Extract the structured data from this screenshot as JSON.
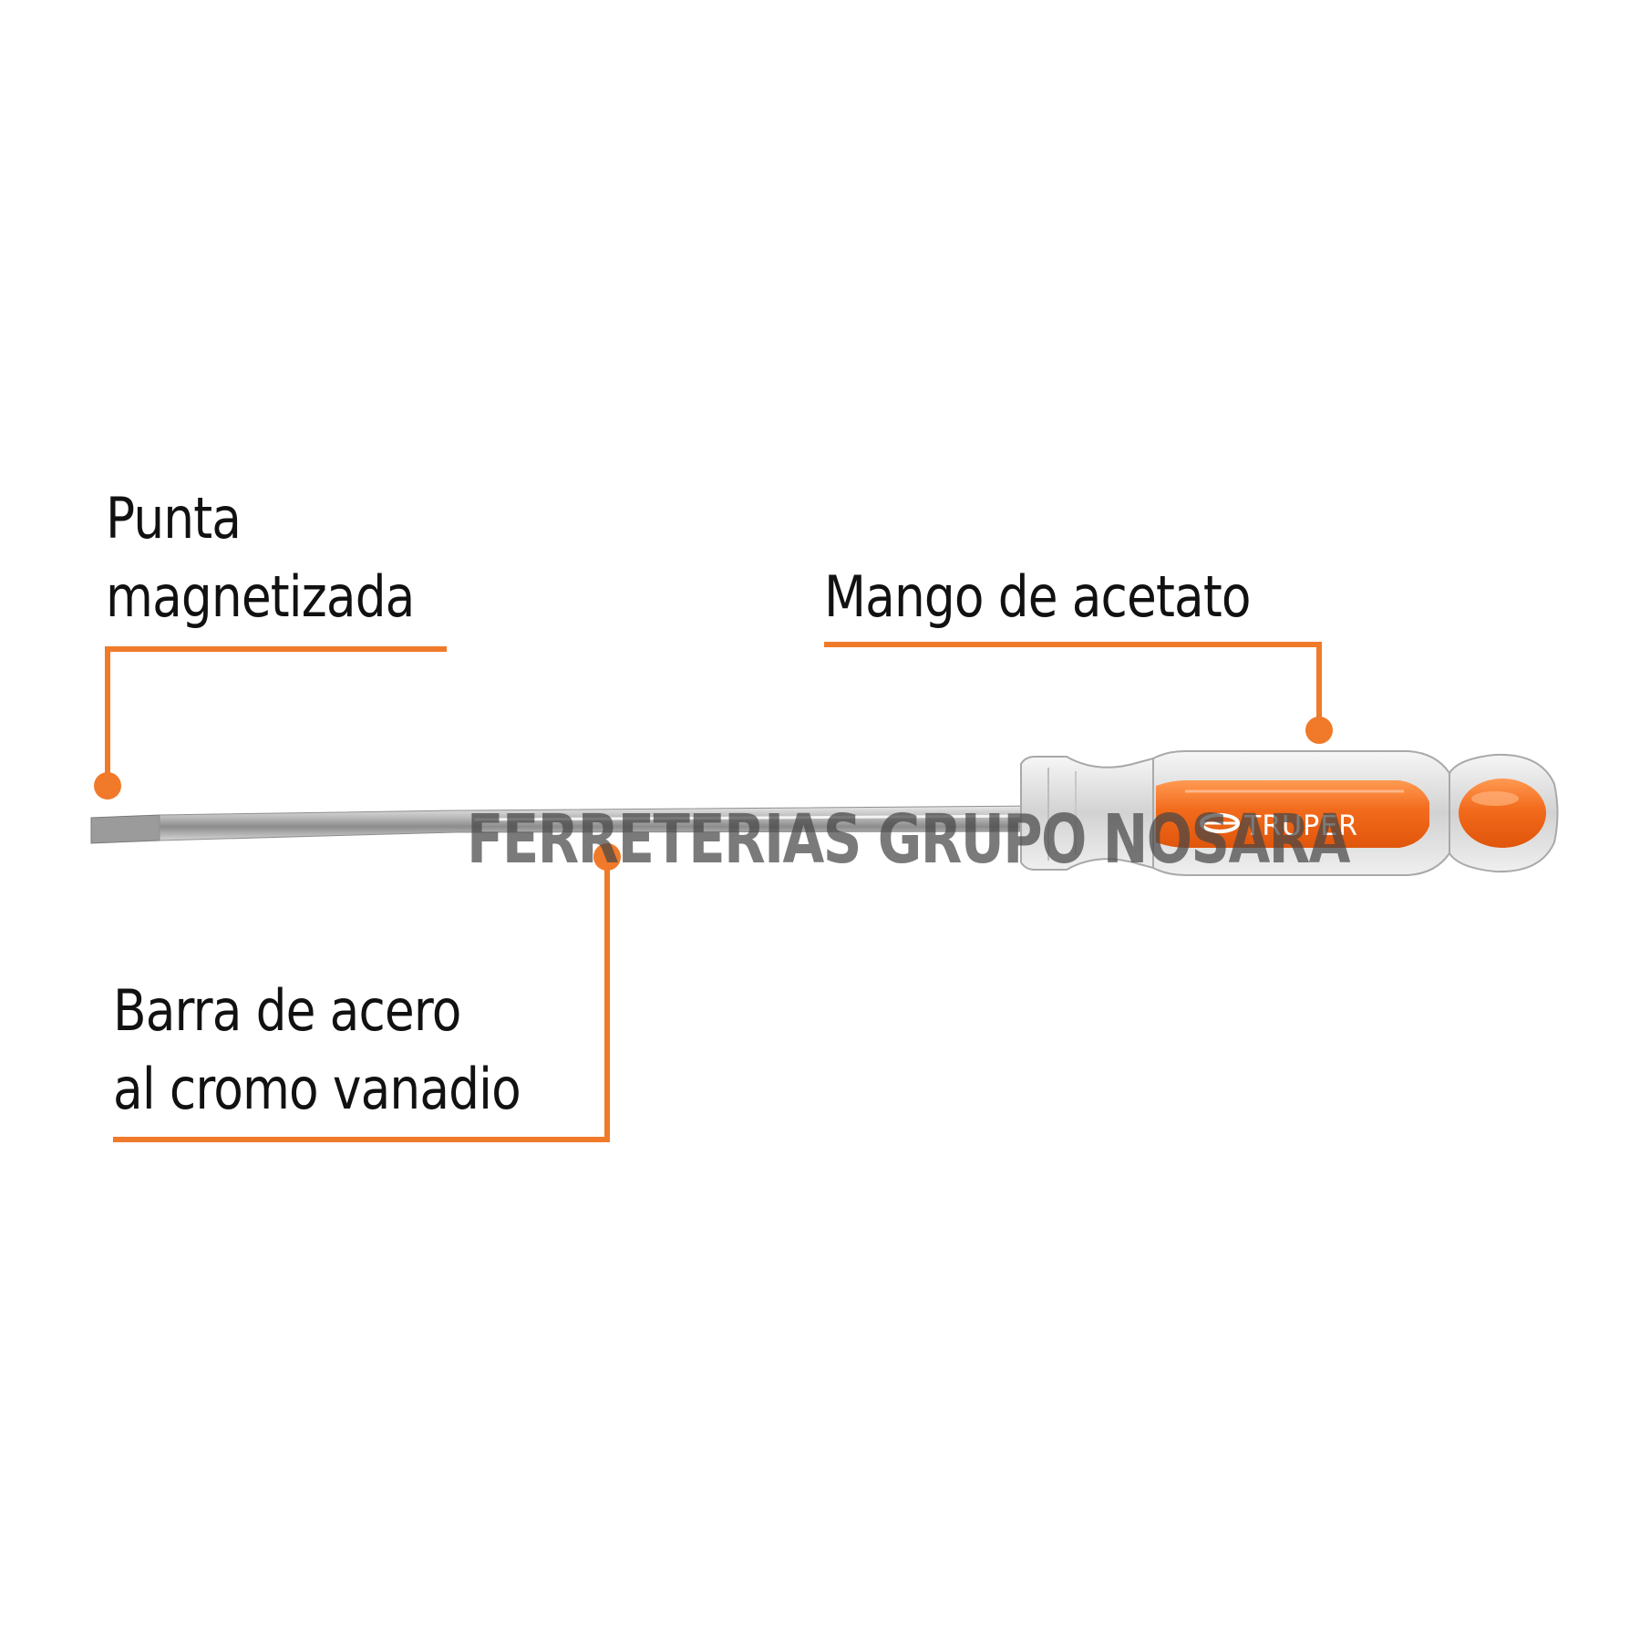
{
  "accent_color": "#f07a2a",
  "callouts": {
    "tip": {
      "line1": "Punta",
      "line2": "magnetizada"
    },
    "handle": {
      "line1": "Mango de acetato"
    },
    "shaft": {
      "line1": "Barra de acero",
      "line2": "al cromo vanadio"
    }
  },
  "brand": {
    "name": "TRUPER",
    "logo_icon": "truper-logo-icon"
  },
  "watermark": "FERRETERIAS GRUPO NOSARA",
  "product_icon": "flat-screwdriver-icon"
}
